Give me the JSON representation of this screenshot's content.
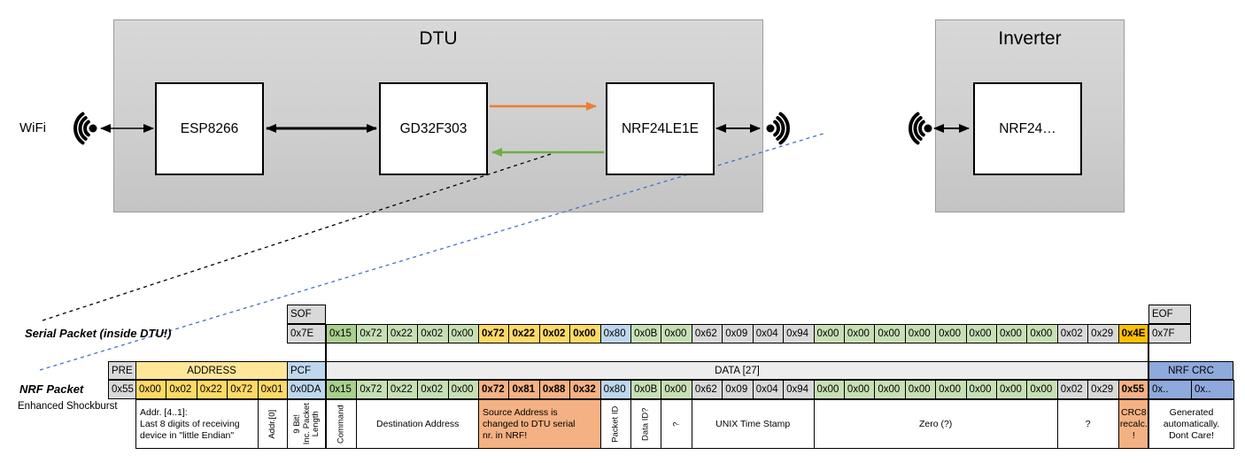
{
  "diagram": {
    "wifi_label": "WiFi",
    "dtu": {
      "title": "DTU",
      "components": {
        "esp": "ESP8266",
        "mcu": "GD32F303",
        "nrf": "NRF24LE1E"
      }
    },
    "inverter": {
      "title": "Inverter",
      "components": {
        "nrf": "NRF24…"
      }
    }
  },
  "serial": {
    "label": "Serial Packet (inside DTU!)",
    "sof_header": "SOF",
    "sof": "0x7E",
    "eof_header": "EOF",
    "eof": "0x7F",
    "cells": [
      {
        "v": "0x15",
        "c": "gd"
      },
      {
        "v": "0x72",
        "c": "g"
      },
      {
        "v": "0x22",
        "c": "g"
      },
      {
        "v": "0x02",
        "c": "g"
      },
      {
        "v": "0x00",
        "c": "g"
      },
      {
        "v": "0x72",
        "c": "y",
        "b": true
      },
      {
        "v": "0x22",
        "c": "y",
        "b": true
      },
      {
        "v": "0x02",
        "c": "y",
        "b": true
      },
      {
        "v": "0x00",
        "c": "y",
        "b": true
      },
      {
        "v": "0x80",
        "c": "bl"
      },
      {
        "v": "0x0B",
        "c": "g"
      },
      {
        "v": "0x00",
        "c": "g"
      },
      {
        "v": "0x62",
        "c": "gr"
      },
      {
        "v": "0x09",
        "c": "gr"
      },
      {
        "v": "0x04",
        "c": "gr"
      },
      {
        "v": "0x94",
        "c": "gr"
      },
      {
        "v": "0x00",
        "c": "g"
      },
      {
        "v": "0x00",
        "c": "g"
      },
      {
        "v": "0x00",
        "c": "g"
      },
      {
        "v": "0x00",
        "c": "g"
      },
      {
        "v": "0x00",
        "c": "g"
      },
      {
        "v": "0x00",
        "c": "g"
      },
      {
        "v": "0x00",
        "c": "g"
      },
      {
        "v": "0x00",
        "c": "g"
      },
      {
        "v": "0x02",
        "c": "gr"
      },
      {
        "v": "0x29",
        "c": "gr"
      },
      {
        "v": "0x4E",
        "c": "am",
        "b": true
      }
    ]
  },
  "nrf": {
    "label": "NRF Packet",
    "sublabel": "Enhanced Shockburst",
    "pre_header": "PRE",
    "pre": "0x55",
    "addr_header": "ADDRESS",
    "addr": [
      "0x00",
      "0x02",
      "0x22",
      "0x72",
      "0x01"
    ],
    "pcf_header": "PCF",
    "pcf": "0x0DA",
    "data_header": "DATA [27]",
    "crc_header": "NRF CRC",
    "crc": [
      "0x..",
      "0x.."
    ],
    "cells": [
      {
        "v": "0x15",
        "c": "gd"
      },
      {
        "v": "0x72",
        "c": "g"
      },
      {
        "v": "0x22",
        "c": "g"
      },
      {
        "v": "0x02",
        "c": "g"
      },
      {
        "v": "0x00",
        "c": "g"
      },
      {
        "v": "0x72",
        "c": "sa",
        "b": true
      },
      {
        "v": "0x81",
        "c": "sa",
        "b": true
      },
      {
        "v": "0x88",
        "c": "sa",
        "b": true
      },
      {
        "v": "0x32",
        "c": "sa",
        "b": true
      },
      {
        "v": "0x80",
        "c": "bl"
      },
      {
        "v": "0x0B",
        "c": "g"
      },
      {
        "v": "0x00",
        "c": "g"
      },
      {
        "v": "0x62",
        "c": "gr"
      },
      {
        "v": "0x09",
        "c": "gr"
      },
      {
        "v": "0x04",
        "c": "gr"
      },
      {
        "v": "0x94",
        "c": "gr"
      },
      {
        "v": "0x00",
        "c": "g"
      },
      {
        "v": "0x00",
        "c": "g"
      },
      {
        "v": "0x00",
        "c": "g"
      },
      {
        "v": "0x00",
        "c": "g"
      },
      {
        "v": "0x00",
        "c": "g"
      },
      {
        "v": "0x00",
        "c": "g"
      },
      {
        "v": "0x00",
        "c": "g"
      },
      {
        "v": "0x00",
        "c": "g"
      },
      {
        "v": "0x02",
        "c": "gr"
      },
      {
        "v": "0x29",
        "c": "gr"
      },
      {
        "v": "0x55",
        "c": "sa",
        "b": true
      }
    ]
  },
  "annotations": {
    "addr_note": "Addr. [4..1]:\nLast 8 digits of receiving\ndevice in \"little Endian\"",
    "addr0": "Addr.[0]",
    "pcf_note": "9 Bit!\nInc. Packet\nLength",
    "command": "Command",
    "dest": "Destination Address",
    "source": "Source Address is\nchanged to DTU serial\nnr. in NRF!",
    "packet_id": "Packet ID",
    "data_id": "Data ID?",
    "q1": "?",
    "unix": "UNIX Time Stamp",
    "zero": "Zero (?)",
    "q2": "?",
    "crc8": "CRC8\nrecalc.\n!",
    "generated": "Generated\nautomatically.\nDont Care!"
  },
  "colors": {
    "gray": "#D9D9D9",
    "gray_light": "#EDEDED",
    "green": "#C6E0B4",
    "green_dark": "#A9D08E",
    "yellow": "#FFD966",
    "yellow_header": "#FFE699",
    "amber": "#FFC000",
    "salmon": "#F4B183",
    "blue_light": "#BDD7EE",
    "blue_mid": "#8EA9DB",
    "orange_arrow": "#ED7D31",
    "green_arrow": "#70AD47",
    "blue_dash": "#4472C4"
  }
}
